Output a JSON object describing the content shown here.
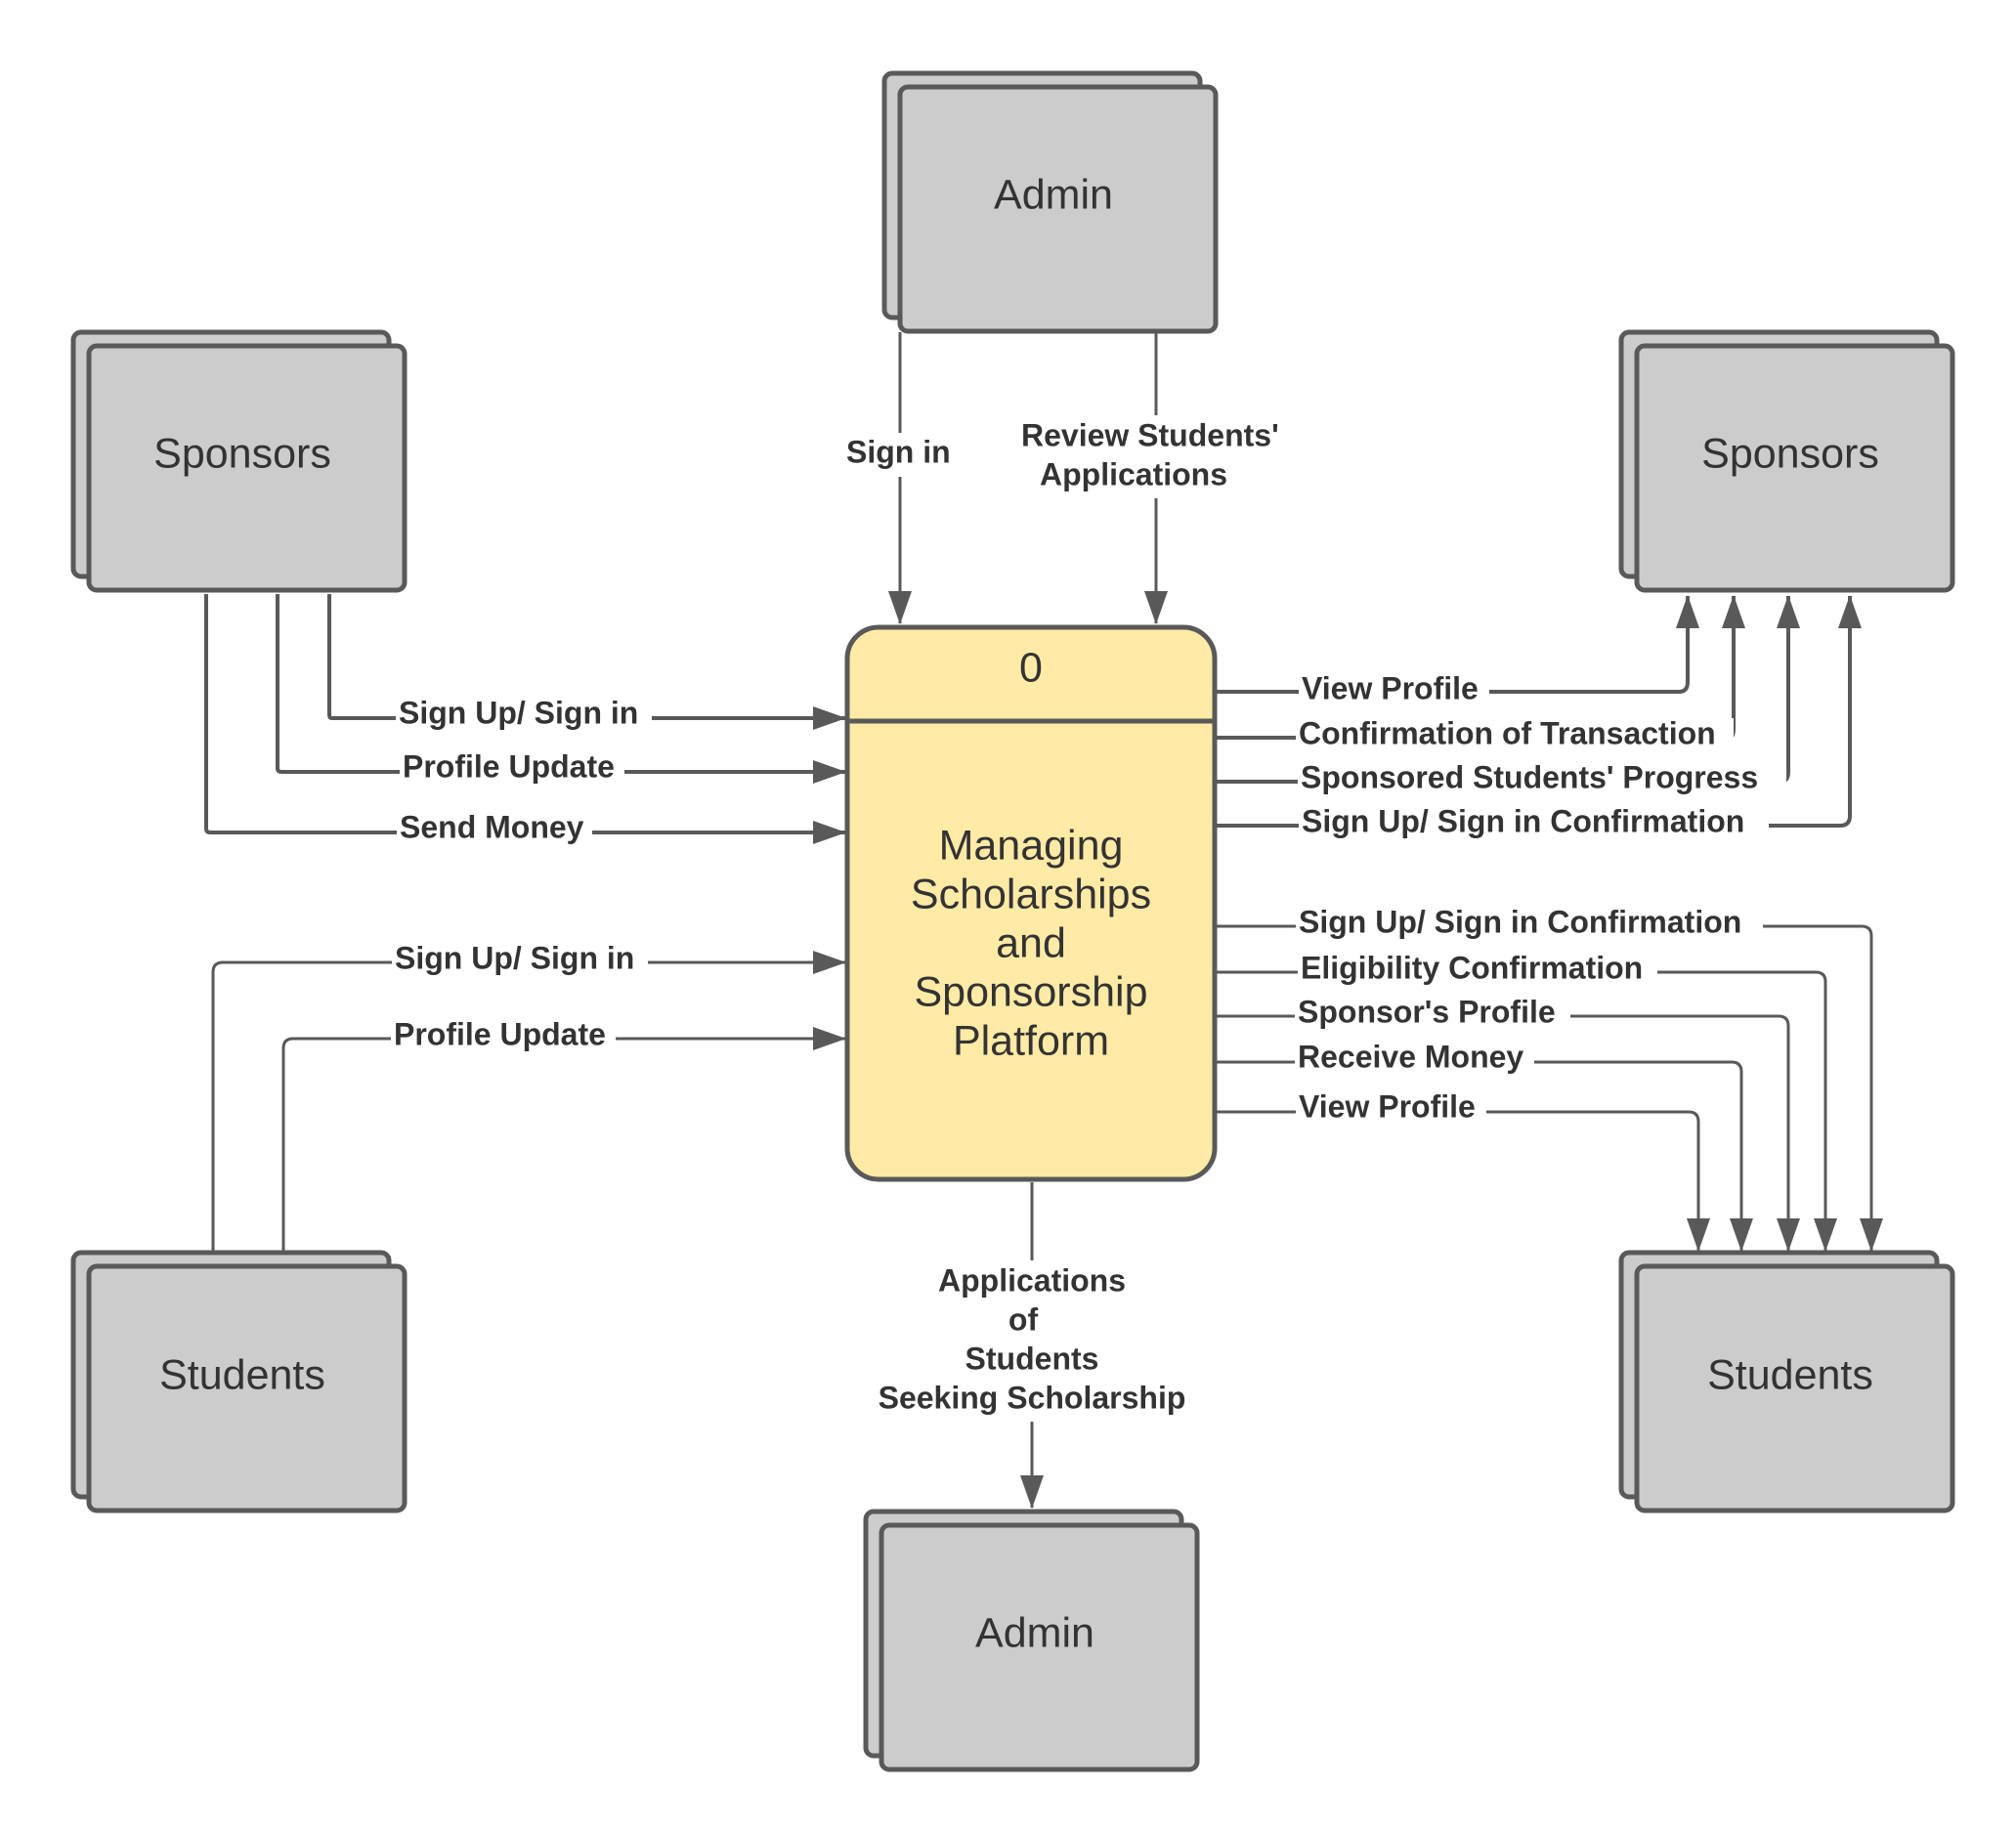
{
  "colors": {
    "entity_fill": "#cccccc",
    "entity_stroke": "#595959",
    "process_fill": "#ffeaa6",
    "text": "#333333",
    "background": "#ffffff"
  },
  "entities": {
    "admin_top": "Admin",
    "sponsors_left": "Sponsors",
    "sponsors_right": "Sponsors",
    "students_left": "Students",
    "students_right": "Students",
    "admin_bottom": "Admin"
  },
  "process": {
    "id": "0",
    "name_lines": [
      "Managing",
      "Scholarships",
      "and",
      "Sponsorship",
      "Platform"
    ]
  },
  "flows": {
    "admin_sign_in": "Sign in",
    "admin_review": [
      "Review Students'",
      "Applications"
    ],
    "sponsor_signup": "Sign Up/ Sign in",
    "sponsor_profile_update": "Profile Update",
    "sponsor_send_money": "Send Money",
    "student_signup": "Sign Up/ Sign in",
    "student_profile_update": "Profile Update",
    "to_sponsor_view_profile": "View Profile",
    "to_sponsor_confirm_transaction": "Confirmation of Transaction",
    "to_sponsor_progress": "Sponsored Students' Progress",
    "to_sponsor_signup_confirm": "Sign Up/ Sign in Confirmation",
    "to_student_signup_confirm": "Sign Up/ Sign in Confirmation",
    "to_student_eligibility": "Eligibility Confirmation",
    "to_student_sponsor_profile": "Sponsor's Profile",
    "to_student_receive_money": "Receive Money",
    "to_student_view_profile": "View Profile",
    "to_admin_applications": [
      "Applications",
      "of",
      "Students",
      "Seeking Scholarship"
    ]
  }
}
